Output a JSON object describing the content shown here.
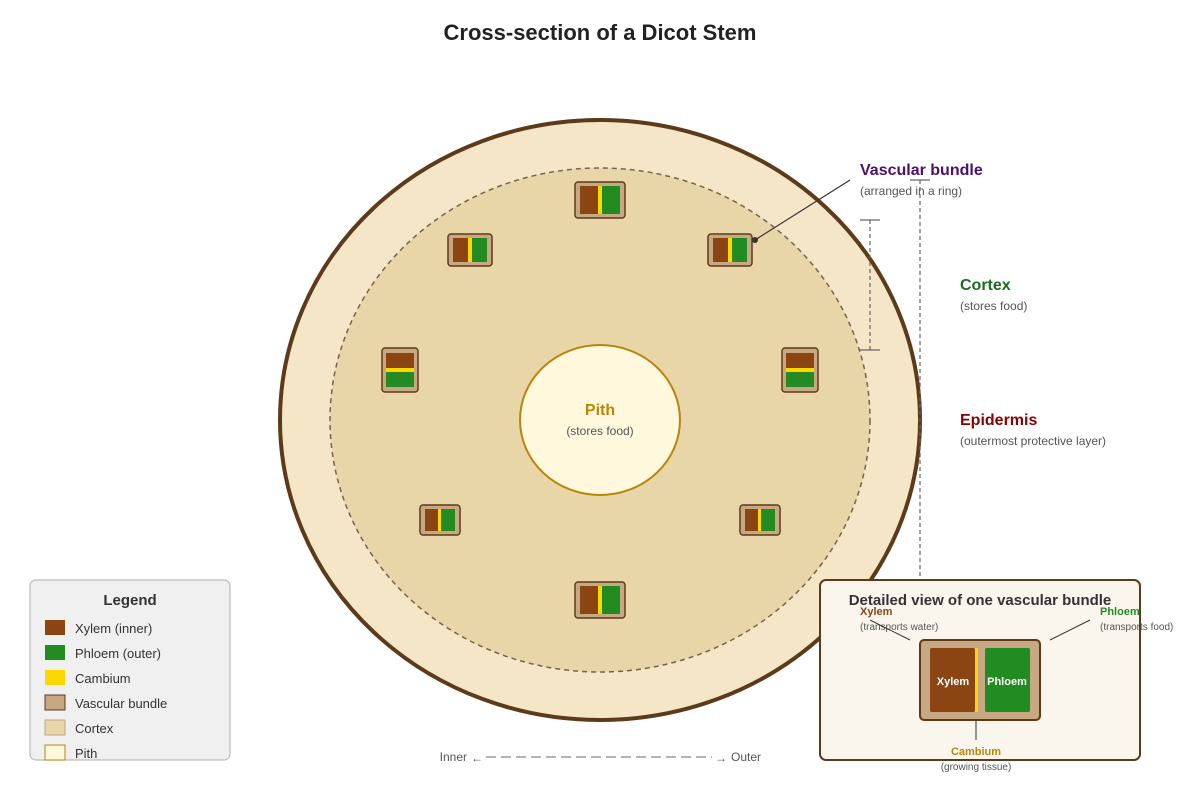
{
  "title": "Cross-section of a Dicot Stem",
  "labels": {
    "vascular_bundle": {
      "title": "Vascular bundle",
      "sub": "(arranged in a ring)",
      "color": "#4b0f6e"
    },
    "cortex": {
      "title": "Cortex",
      "sub": "(stores food)",
      "color": "#1a6e1a"
    },
    "epidermis": {
      "title": "Epidermis",
      "sub": "(outermost protective layer)",
      "color": "#8b0000"
    },
    "pith": {
      "title": "Pith",
      "sub": "(stores food)",
      "color": "#b8860b"
    }
  },
  "axis": {
    "inner": "Inner",
    "outer": "Outer",
    "arrow_left": "←",
    "arrow_right": "→"
  },
  "legend": {
    "title": "Legend",
    "items": [
      {
        "label": "Xylem (inner)",
        "color": "#8b4513"
      },
      {
        "label": "Phloem (outer)",
        "color": "#228b22"
      },
      {
        "label": "Cambium",
        "color": "#ffd700"
      },
      {
        "label": "Vascular bundle",
        "color": "#c8a882"
      },
      {
        "label": "Cortex",
        "color": "#e8d5a8"
      },
      {
        "label": "Pith",
        "color": "#fff8dc"
      }
    ]
  },
  "detail": {
    "title": "Detailed view of one vascular bundle",
    "xylem": {
      "label": "Xylem",
      "sub": "(transports water)",
      "inner": "Xylem",
      "color": "#8b4513"
    },
    "phloem": {
      "label": "Phloem",
      "sub": "(transports food)",
      "inner": "Phloem",
      "color": "#228b22"
    },
    "cambium": {
      "label": "Cambium",
      "sub": "(growing tissue)",
      "color": "#b8860b"
    }
  },
  "colors": {
    "epidermis_fill": "#f5e6c8",
    "epidermis_stroke": "#5c3a1a",
    "cortex_fill": "#e8d5a8",
    "pith_fill": "#fff8dc",
    "pith_stroke": "#b8860b",
    "bundle_fill": "#c8a882",
    "bundle_stroke": "#5c3a1a",
    "xylem": "#8b4513",
    "phloem": "#228b22",
    "cambium": "#ffd700"
  }
}
